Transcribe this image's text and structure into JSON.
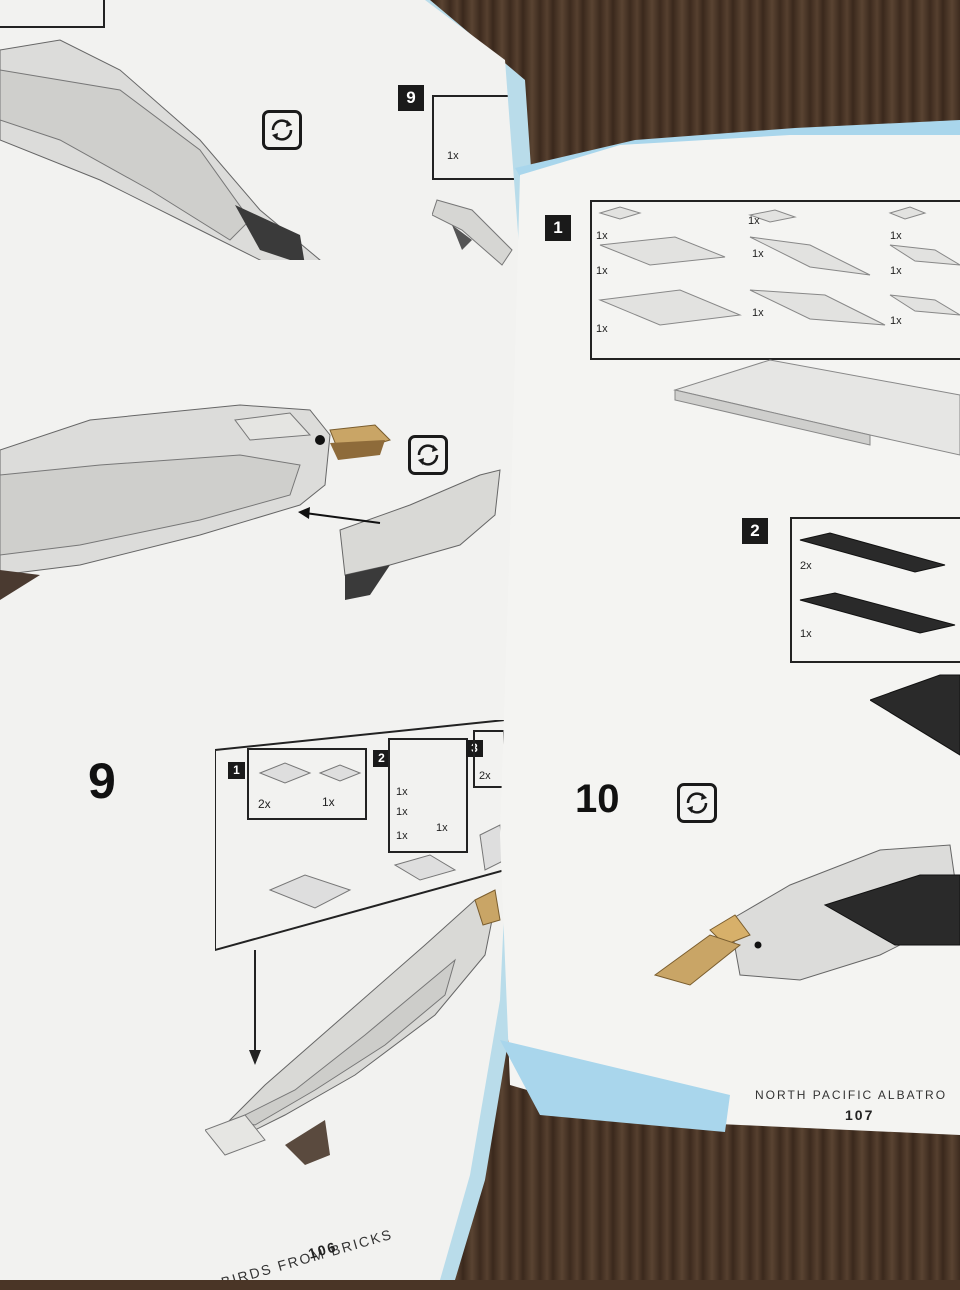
{
  "left_page": {
    "top_step_number": "9",
    "main_step_number": "9",
    "parts_box": {
      "group1": {
        "number": "1",
        "qty_a": "2x",
        "qty_b": "1x"
      },
      "group2": {
        "number": "2",
        "qty_a": "1x",
        "qty_b": "1x",
        "qty_c": "1x",
        "qty_d": "1x"
      },
      "group3": {
        "number": "3",
        "qty_a": "2x"
      }
    },
    "top_parts_qty": "1x",
    "footer_title": "BIRDS FROM BRICKS",
    "page_number": "106"
  },
  "right_page": {
    "main_step_number": "10",
    "sub_step_1": {
      "number": "1",
      "quantities": [
        "1x",
        "1x",
        "1x",
        "1x",
        "1x",
        "1x",
        "1x",
        "1x",
        "1x"
      ]
    },
    "sub_step_2": {
      "number": "2",
      "qty_a": "2x",
      "qty_b": "1x"
    },
    "footer_title": "NORTH PACIFIC ALBATRO",
    "page_number": "107"
  },
  "colors": {
    "page": "#f2f2f0",
    "accent_blue": "#a9d6ec",
    "brick_light": "#d9d9d6",
    "brick_dark": "#2a2a2a",
    "beak": "#c9a566",
    "wood": "#4a3526"
  },
  "icons": [
    "rotate-icon"
  ]
}
